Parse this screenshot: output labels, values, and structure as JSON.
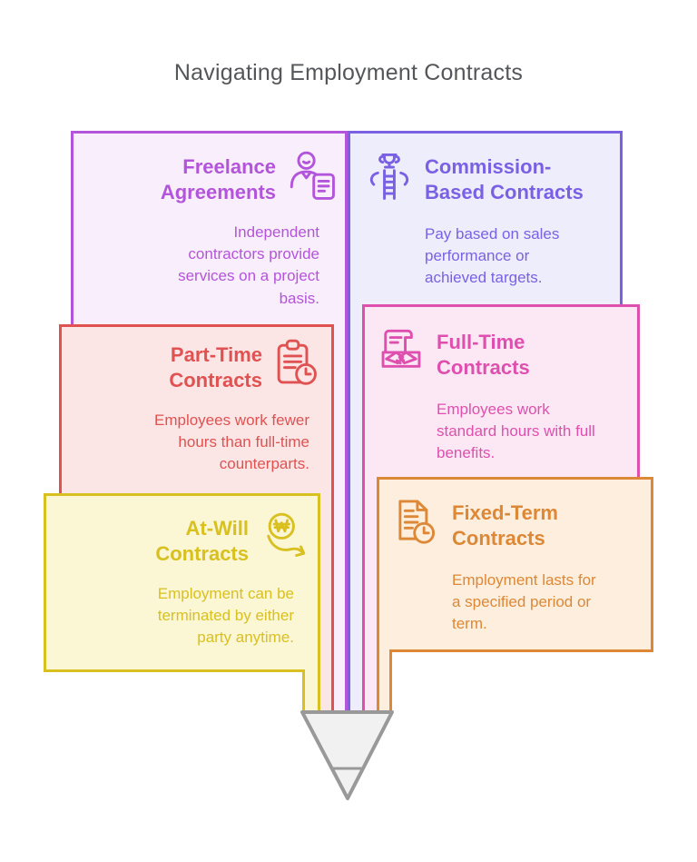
{
  "title": "Navigating Employment Contracts",
  "cards": [
    {
      "title": "Freelance Agreements",
      "body": "Independent contractors provide services on a project basis.",
      "icon": "person-document-icon",
      "accent": "#b355da",
      "fill": "#f9eefc"
    },
    {
      "title": "Commission-Based Contracts",
      "body": "Pay based on sales performance or achieved targets.",
      "icon": "career-ladder-icon",
      "accent": "#7a61e4",
      "fill": "#eeedfb"
    },
    {
      "title": "Part-Time Contracts",
      "body": "Employees work fewer hours than full-time counterparts.",
      "icon": "clipboard-clock-icon",
      "accent": "#e05252",
      "fill": "#fbe5e5"
    },
    {
      "title": "Full-Time Contracts",
      "body": "Employees work standard hours with full benefits.",
      "icon": "scroll-handshake-icon",
      "accent": "#de4fae",
      "fill": "#fce8f5"
    },
    {
      "title": "At-Will Contracts",
      "body": "Employment can be terminated by either party anytime.",
      "icon": "won-currency-arrow-icon",
      "accent": "#d9c021",
      "fill": "#fbf6d4"
    },
    {
      "title": "Fixed-Term Contracts",
      "body": "Employment lasts for a specified period or term.",
      "icon": "document-clock-icon",
      "accent": "#dd8836",
      "fill": "#fdeedd"
    }
  ],
  "pencil": {
    "tip_fill": "#f1f1f1",
    "tip_stroke": "#999999"
  }
}
